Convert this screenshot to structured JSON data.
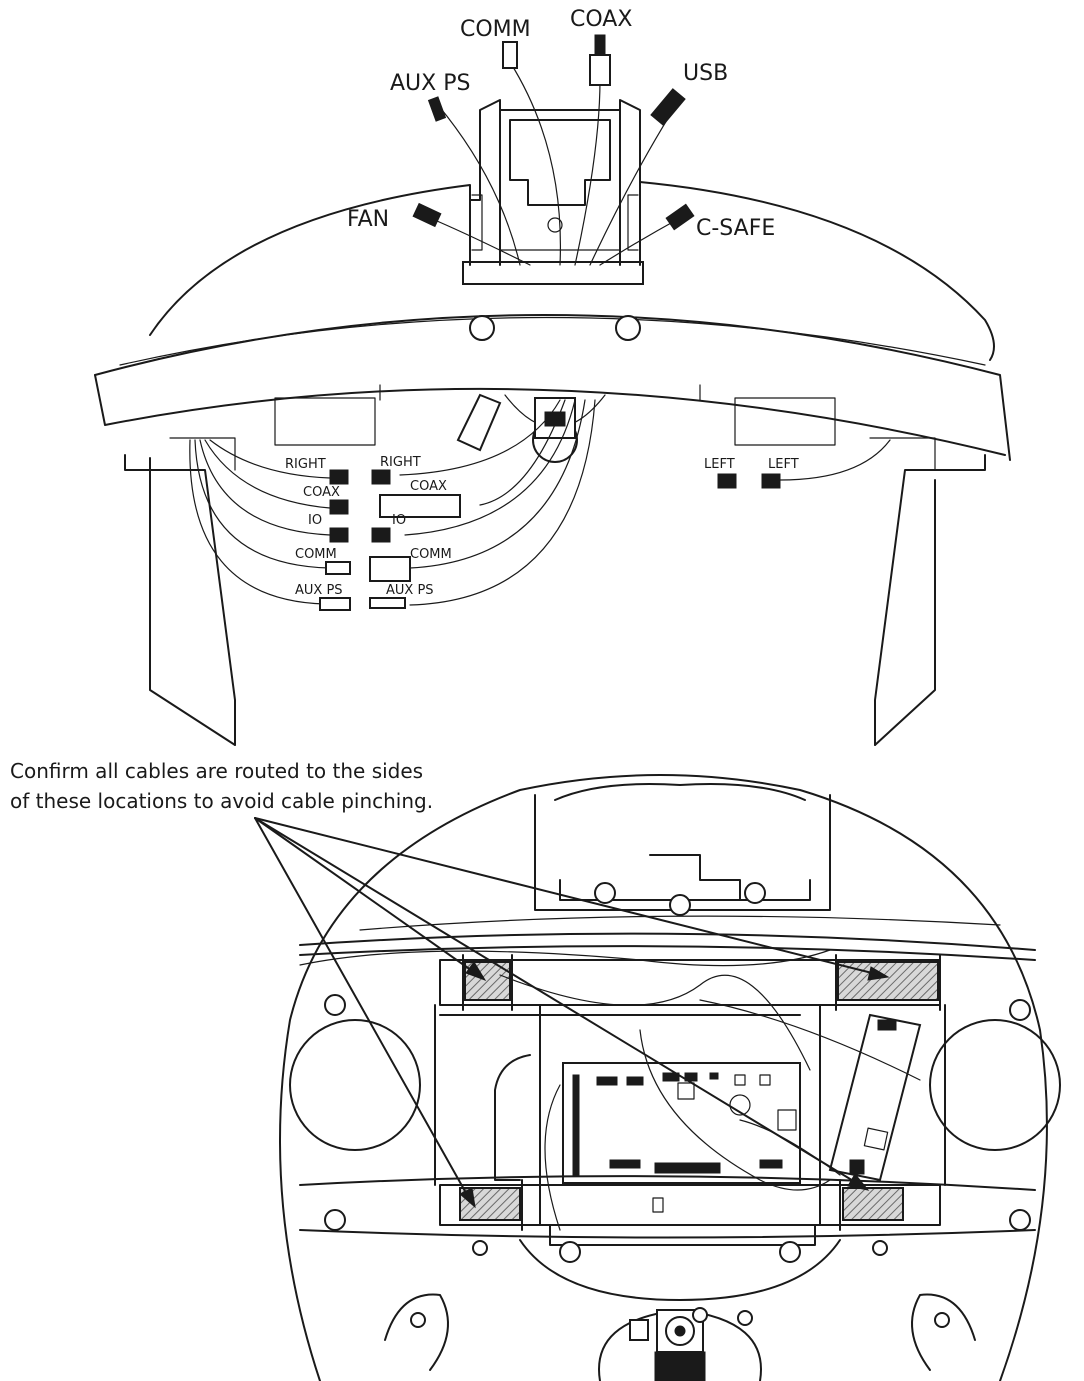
{
  "top_labels": {
    "comm": "COMM",
    "coax": "COAX",
    "aux_ps": "AUX PS",
    "usb": "USB",
    "fan": "FAN",
    "c_safe": "C-SAFE"
  },
  "connector_labels": {
    "right_left": "RIGHT",
    "right_right": "RIGHT",
    "coax_left": "COAX",
    "coax_right": "COAX",
    "io_left": "IO",
    "io_right": "IO",
    "comm_left": "COMM",
    "comm_right": "COMM",
    "auxps_left": "AUX PS",
    "auxps_right": "AUX PS",
    "left_a": "LEFT",
    "left_b": "LEFT"
  },
  "note": {
    "line1": "Confirm all cables are routed to the sides",
    "line2": "of these locations to avoid cable pinching."
  },
  "colors": {
    "ink": "#1a1a1a",
    "paper": "#ffffff",
    "hatch": "#8a8a8a"
  }
}
